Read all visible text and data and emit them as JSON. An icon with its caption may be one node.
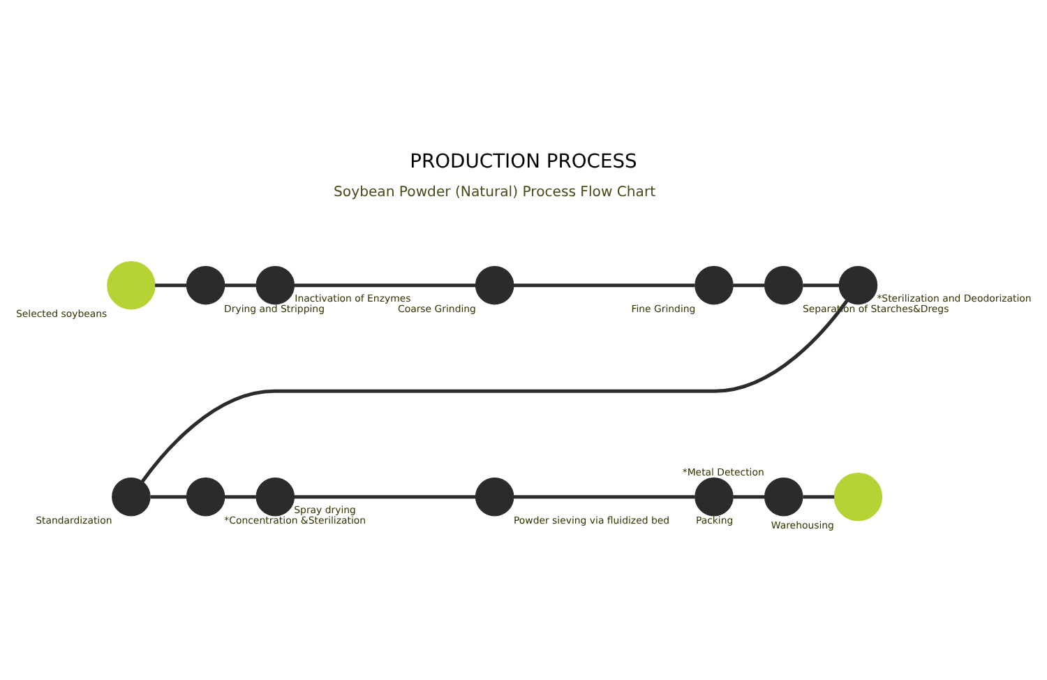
{
  "diagram": {
    "title": "PRODUCTION PROCESS",
    "nodes": [
      {
        "text": [],
        "shape": "circle",
        "beside": [
          "Selected soybeans"
        ]
      },
      {
        "text": [],
        "shape": "circle",
        "beside": [
          "Drying and Stripping"
        ]
      },
      {
        "text": [],
        "shape": "circle",
        "beside": [
          "Inactivation of Enzymes"
        ]
      },
      {
        "text": [],
        "shape": "circle",
        "beside": [
          "Coarse Grinding"
        ]
      },
      {
        "text": [],
        "shape": "circle",
        "beside": [
          "Fine Grinding"
        ]
      },
      {
        "text": [],
        "shape": "circle",
        "beside": [
          "Separation of Starches&Dregs"
        ]
      },
      {
        "text": [],
        "shape": "circle",
        "beside": [
          "*Sterilization and Deodorization"
        ]
      },
      {
        "text": [],
        "shape": "circle",
        "beside": [
          "Standardization"
        ]
      },
      {
        "text": [],
        "shape": "circle",
        "beside": [
          "*Concentration &Sterilization"
        ]
      },
      {
        "text": [],
        "shape": "circle",
        "beside": [
          "Spray drying"
        ]
      },
      {
        "text": [],
        "shape": "circle",
        "beside": [
          "Powder sieving via fluidized bed"
        ]
      },
      {
        "text": [],
        "shape": "circle",
        "beside": [
          "Packing"
        ]
      },
      {
        "text": [],
        "shape": "circle",
        "beside": [
          "*Metal Detection"
        ]
      },
      {
        "text": [],
        "shape": "circle",
        "beside": [
          "Warehousing"
        ]
      }
    ],
    "edges": [
      {
        "from": 0,
        "to": 1,
        "arrow": "none"
      },
      {
        "from": 1,
        "to": 2,
        "arrow": "none"
      },
      {
        "from": 2,
        "to": 3,
        "arrow": "none"
      },
      {
        "from": 3,
        "to": 4,
        "arrow": "none"
      },
      {
        "from": 4,
        "to": 5,
        "arrow": "none"
      },
      {
        "from": 5,
        "to": 6,
        "arrow": "none"
      },
      {
        "from": 6,
        "to": 7,
        "arrow": "none"
      },
      {
        "from": 7,
        "to": 8,
        "arrow": "none"
      },
      {
        "from": 8,
        "to": 9,
        "arrow": "none"
      },
      {
        "from": 9,
        "to": 10,
        "arrow": "none"
      },
      {
        "from": 10,
        "to": 11,
        "arrow": "none"
      },
      {
        "from": 11,
        "to": 12,
        "arrow": "none"
      },
      {
        "from": 12,
        "to": 13,
        "arrow": "none"
      }
    ],
    "labels": [
      "Soybean Powder (Natural) Process Flow Chart"
    ]
  }
}
